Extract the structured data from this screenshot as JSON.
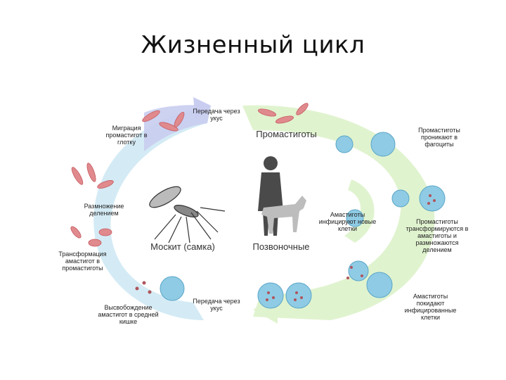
{
  "title": "Жизненный цикл",
  "labels": {
    "peredacha_top": "Передача через укус",
    "migraciya": "Миграция промастигот в глотку",
    "razmnozhenie": "Размножение делением",
    "transformaciya": "Трансформация амастигот в промастиготы",
    "vysvobozhdenie": "Высвобождение амастигот в средней кишке",
    "peredacha_bottom": "Передача через укус",
    "moskit": "Москит (самка)",
    "pozvonochnye": "Позвоночные",
    "promastigoty": "Промастиготы",
    "pronikayut": "Промастиготы проникают в фагоциты",
    "inficiruyut": "Амастиготы инфицируют новые клетки",
    "transformiruyutsya": "Промастиготы трансформируются в амастиготы и размножаются делением",
    "pokidayut": "Амастиготы покидают инфицированные клетки"
  },
  "colors": {
    "left_arc": "#cfe6f2",
    "left_arc_top": "#c9cdf0",
    "right_arc": "#dff2cc",
    "cell": "#7fc4e0",
    "parasite": "#e07a80"
  }
}
